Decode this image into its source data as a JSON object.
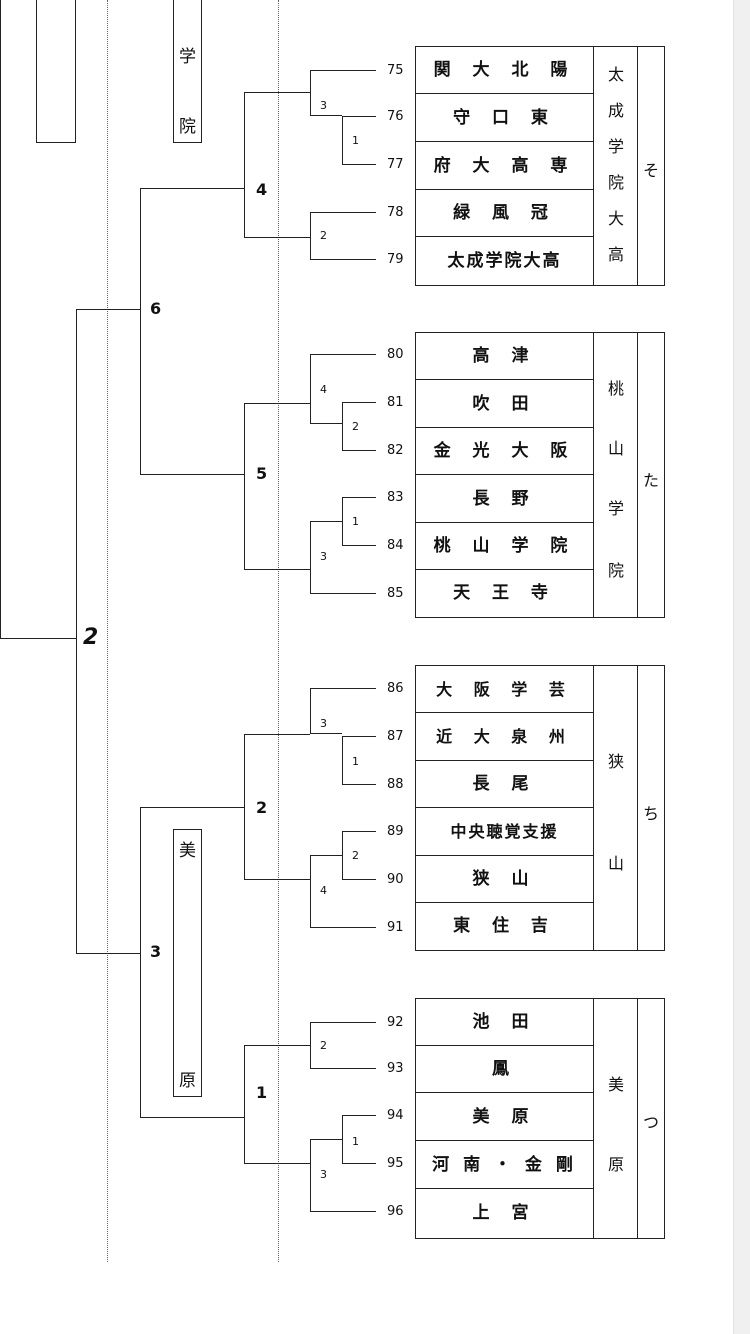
{
  "region_2": {
    "number": "2"
  },
  "top_venue": {
    "chars": [
      "学",
      "院"
    ]
  },
  "mihara_venue": {
    "chars": [
      "美",
      "原"
    ]
  },
  "groups": [
    {
      "round_number": "6",
      "blocks": [
        {
          "block_number": "4",
          "seed_labels": [
            "3",
            "1",
            "2"
          ],
          "teams": [
            {
              "no": "75",
              "name": "関 大 北 陽"
            },
            {
              "no": "76",
              "name": "守 口 東"
            },
            {
              "no": "77",
              "name": "府 大 高 専"
            },
            {
              "no": "78",
              "name": "緑 風 冠"
            },
            {
              "no": "79",
              "name": "太成学院大高"
            }
          ],
          "venue": [
            "太",
            "成",
            "学",
            "院",
            "大",
            "高"
          ],
          "kana": "そ"
        },
        {
          "block_number": "5",
          "seed_labels": [
            "4",
            "2",
            "1",
            "3"
          ],
          "teams": [
            {
              "no": "80",
              "name": "高 津"
            },
            {
              "no": "81",
              "name": "吹 田"
            },
            {
              "no": "82",
              "name": "金 光 大 阪"
            },
            {
              "no": "83",
              "name": "長 野"
            },
            {
              "no": "84",
              "name": "桃 山 学 院"
            },
            {
              "no": "85",
              "name": "天 王 寺"
            }
          ],
          "venue": [
            "桃",
            "山",
            "学",
            "院"
          ],
          "kana": "た"
        }
      ]
    },
    {
      "round_number": "3",
      "blocks": [
        {
          "block_number": "2",
          "seed_labels": [
            "3",
            "1",
            "2",
            "4"
          ],
          "teams": [
            {
              "no": "86",
              "name": "大 阪 学 芸"
            },
            {
              "no": "87",
              "name": "近 大 泉 州"
            },
            {
              "no": "88",
              "name": "長 尾"
            },
            {
              "no": "89",
              "name": "中央聴覚支援"
            },
            {
              "no": "90",
              "name": "狭 山"
            },
            {
              "no": "91",
              "name": "東 住 吉"
            }
          ],
          "venue": [
            "狭",
            "山"
          ],
          "kana": "ち"
        },
        {
          "block_number": "1",
          "seed_labels": [
            "2",
            "1",
            "3"
          ],
          "teams": [
            {
              "no": "92",
              "name": "池 田"
            },
            {
              "no": "93",
              "name": "鳳"
            },
            {
              "no": "94",
              "name": "美 原"
            },
            {
              "no": "95",
              "name": "河 南 ・ 金 剛"
            },
            {
              "no": "96",
              "name": "上 宮"
            }
          ],
          "venue": [
            "美",
            "原"
          ],
          "kana": "つ"
        }
      ]
    }
  ]
}
